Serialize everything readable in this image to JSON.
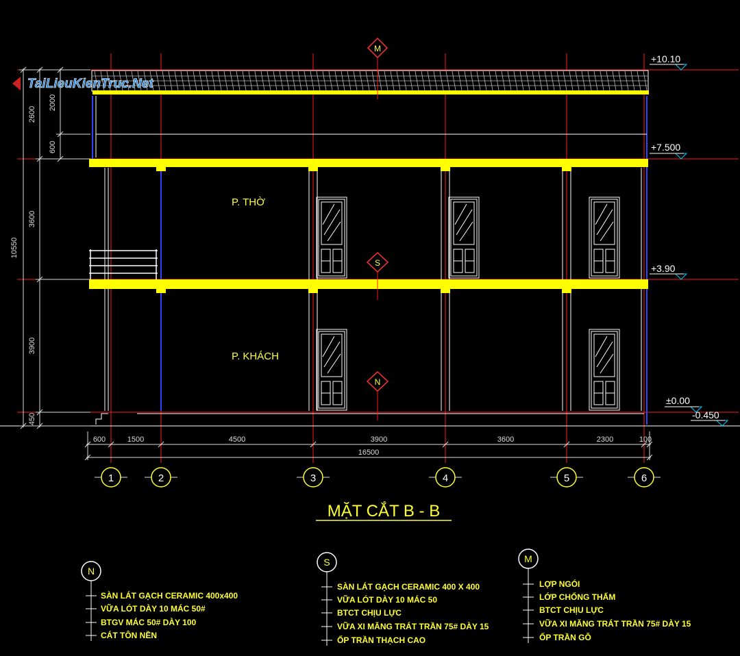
{
  "watermark": "TaiLieuKienTruc.Net",
  "title": "MẶT CẮT B  - B",
  "rooms": {
    "upper": "P. THỜ",
    "lower": "P. KHÁCH"
  },
  "levels": {
    "roof": "+10.10",
    "floor3": "+7.500",
    "floor2": "+3.90",
    "ground": "±0.00",
    "outside": "-0.450"
  },
  "dims_left": {
    "total": "10550",
    "d2600": "2600",
    "d2000": "2000",
    "d600": "600",
    "d3600": "3600",
    "d3900": "3900",
    "d450": "450"
  },
  "dims_bottom": {
    "d600": "600",
    "d1500": "1500",
    "d4500": "4500",
    "d3900": "3900",
    "d3600": "3600",
    "d2300": "2300",
    "d100": "100",
    "total": "16500"
  },
  "grid": [
    "1",
    "2",
    "3",
    "4",
    "5",
    "6"
  ],
  "markers": {
    "m": "M",
    "s": "S",
    "n": "N"
  },
  "legend_n": {
    "symbol": "N",
    "items": [
      "SÀN LÁT GẠCH CERAMIC 400x400",
      "VỮA LÓT DÀY 10 MÁC 50#",
      "BTGV MÁC 50# DÀY 100",
      "CÁT TÔN NỀN"
    ]
  },
  "legend_s": {
    "symbol": "S",
    "items": [
      "SÀN LÁT GẠCH CERAMIC 400 X 400",
      "VỮA LÓT DÀY 10 MÁC 50",
      "BTCT CHỊU LỰC",
      "VỮA XI MĂNG TRÁT TRẦN  75# DÀY 15",
      "ỐP TRẦN THẠCH CAO"
    ]
  },
  "legend_m": {
    "symbol": "M",
    "items": [
      "LỢP NGÓI",
      "LỚP CHỐNG THẤM",
      "BTCT CHỊU LỰC",
      "VỮA XI MĂNG TRÁT TRẦN  75# DÀY 15",
      "ỐP TRẦN GỖ"
    ]
  }
}
